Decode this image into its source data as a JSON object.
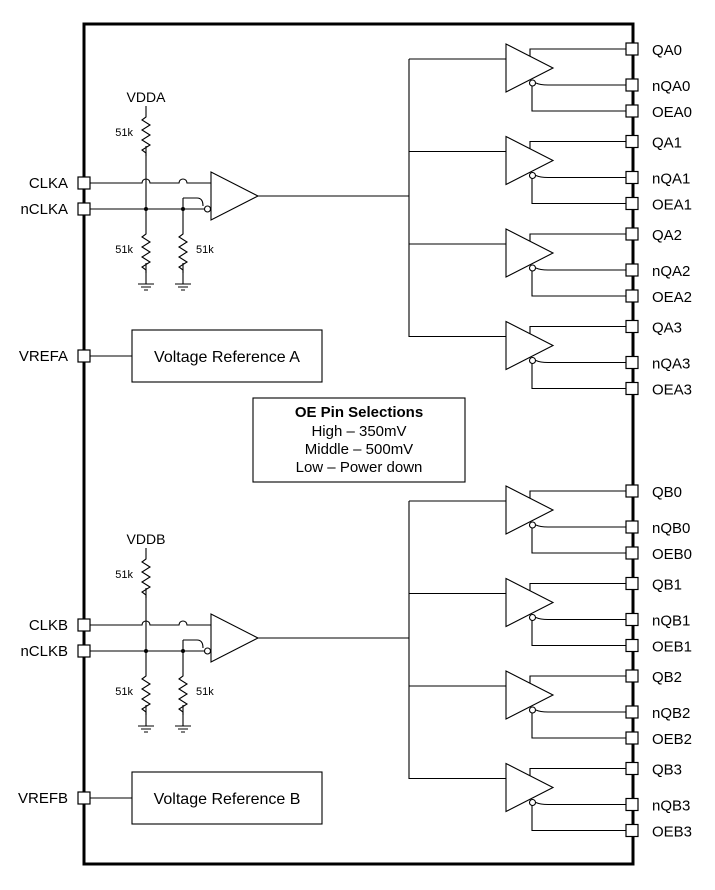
{
  "chip_inputs": {
    "a": {
      "clk": "CLKA",
      "nclk": "nCLKA",
      "vref": "VREFA",
      "vdd": "VDDA"
    },
    "b": {
      "clk": "CLKB",
      "nclk": "nCLKB",
      "vref": "VREFB",
      "vdd": "VDDB"
    }
  },
  "resistor_label": "51k",
  "voltage_reference": {
    "a": "Voltage Reference A",
    "b": "Voltage Reference B"
  },
  "oe_panel": {
    "title": "OE Pin Selections",
    "lines": [
      "High – 350mV",
      "Middle – 500mV",
      "Low – Power down"
    ]
  },
  "outputs": {
    "a": [
      {
        "q": "QA0",
        "nq": "nQA0",
        "oe": "OEA0"
      },
      {
        "q": "QA1",
        "nq": "nQA1",
        "oe": "OEA1"
      },
      {
        "q": "QA2",
        "nq": "nQA2",
        "oe": "OEA2"
      },
      {
        "q": "QA3",
        "nq": "nQA3",
        "oe": "OEA3"
      }
    ],
    "b": [
      {
        "q": "QB0",
        "nq": "nQB0",
        "oe": "OEB0"
      },
      {
        "q": "QB1",
        "nq": "nQB1",
        "oe": "OEB1"
      },
      {
        "q": "QB2",
        "nq": "nQB2",
        "oe": "OEB2"
      },
      {
        "q": "QB3",
        "nq": "nQB3",
        "oe": "OEB3"
      }
    ]
  }
}
